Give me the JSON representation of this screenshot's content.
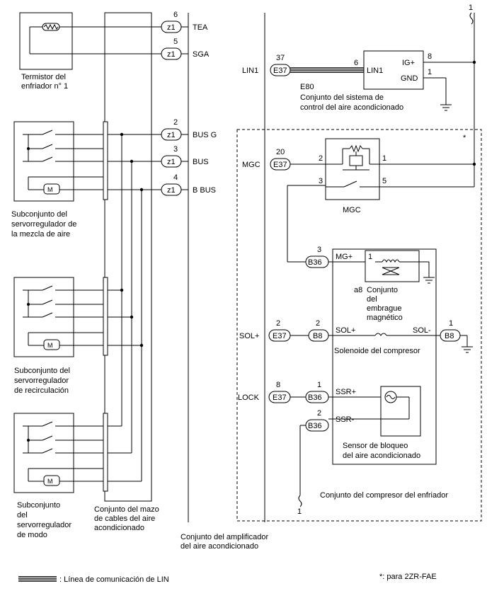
{
  "connectors": {
    "z1": "z1",
    "e37": "E37",
    "b36": "B36",
    "b8": "B8"
  },
  "pins": {
    "p6": "6",
    "p5": "5",
    "p2": "2",
    "p3": "3",
    "p4": "4",
    "p37": "37",
    "p20": "20",
    "p8": "8",
    "p1": "1"
  },
  "signals": {
    "tea": "TEA",
    "sga": "SGA",
    "bus_g": "BUS G",
    "bus": "BUS",
    "b_bus": "B BUS",
    "lin1": "LIN1",
    "mgc": "MGC",
    "sol_plus": "SOL+",
    "lock": "LOCK",
    "ig_plus": "IG+",
    "gnd": "GND",
    "mg_plus": "MG+",
    "sol_minus": "SOL-",
    "ssr_plus": "SSR+",
    "ssr_minus": "SSR-"
  },
  "components": {
    "thermistor": [
      "Termistor del",
      "enfriador n° 1"
    ],
    "air_mix": [
      "Subconjunto del",
      "servorregulador de",
      "la mezcla de aire"
    ],
    "recirc": [
      "Subconjunto del",
      "servorregulador",
      "de recirculación"
    ],
    "mode": [
      "Subconjunto",
      "del",
      "servorregulador",
      "de modo"
    ],
    "harness": [
      "Conjunto del mazo",
      "de cables del aire",
      "acondicionado"
    ],
    "amplifier": [
      "Conjunto del amplificador",
      "del aire acondicionado"
    ],
    "e80_code": "E80",
    "e80": [
      "Conjunto del sistema de",
      "control del aire acondicionado"
    ],
    "mgc_relay": "MGC",
    "clutch_code": "a8",
    "clutch": [
      "Conjunto",
      "del",
      "embrague",
      "magnético"
    ],
    "solenoid": "Solenoide del compresor",
    "lock_sensor": [
      "Sensor de bloqueo",
      "del aire acondicionado"
    ],
    "compressor": "Conjunto del compresor del enfriador"
  },
  "markers": {
    "star": "*",
    "ref1": "1"
  },
  "legend": {
    "lin": ": Línea de comunicación de LIN",
    "note": "*: para 2ZR-FAE"
  }
}
